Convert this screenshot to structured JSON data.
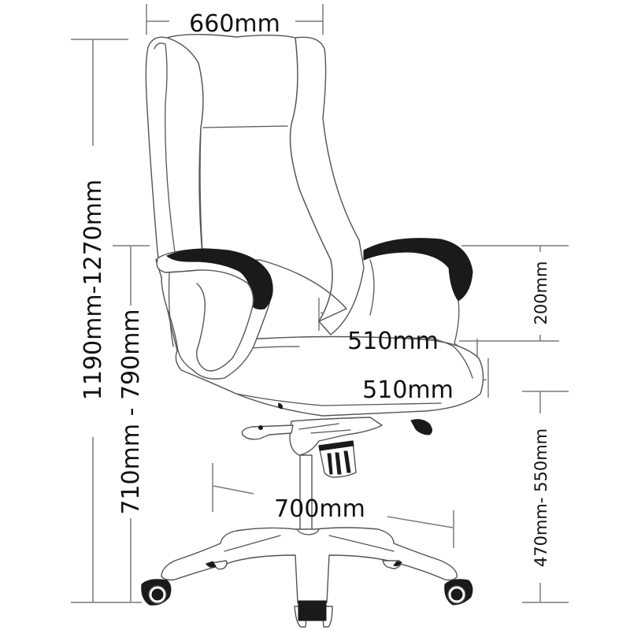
{
  "diagram": {
    "subject": "Office chair dimensions",
    "colors": {
      "line": "#555555",
      "dimension_line": "#7a7a7a",
      "accent": "#1a1a1a",
      "text": "#111111",
      "background": "#ffffff"
    },
    "dimensions": {
      "overall_width": "660mm",
      "overall_height": "1190mm-1270mm",
      "armrest_height_from_floor": "710mm - 790mm",
      "armrest_height_from_seat": "200mm",
      "seat_width": "510mm",
      "seat_depth": "510mm",
      "base_diameter": "700mm",
      "seat_height": "470mm- 550mm"
    }
  }
}
